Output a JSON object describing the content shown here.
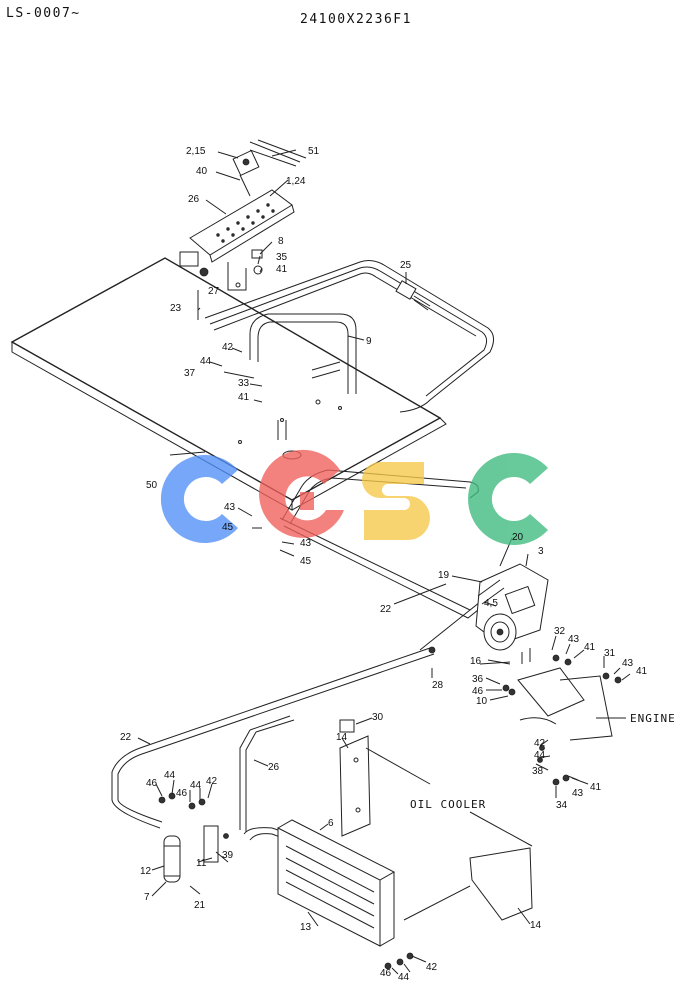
{
  "header": {
    "serial": "LS-0007~",
    "drawing_no": "24100X2236F1"
  },
  "labels": {
    "oil_cooler": "OIL COOLER",
    "engine": "ENGINE"
  },
  "watermark": {
    "text": "CGSC",
    "colors": [
      "#4f8ef7",
      "#f0605a",
      "#f7c948",
      "#3dbb7d"
    ]
  },
  "callouts": [
    {
      "id": "c-2-15",
      "text": "2,15"
    },
    {
      "id": "c-40",
      "text": "40"
    },
    {
      "id": "c-51",
      "text": "51"
    },
    {
      "id": "c-1-24",
      "text": "1,24"
    },
    {
      "id": "c-26a",
      "text": "26"
    },
    {
      "id": "c-8",
      "text": "8"
    },
    {
      "id": "c-35",
      "text": "35"
    },
    {
      "id": "c-41a",
      "text": "41"
    },
    {
      "id": "c-27",
      "text": "27"
    },
    {
      "id": "c-25",
      "text": "25"
    },
    {
      "id": "c-23",
      "text": "23"
    },
    {
      "id": "c-9",
      "text": "9"
    },
    {
      "id": "c-42a",
      "text": "42"
    },
    {
      "id": "c-44a",
      "text": "44"
    },
    {
      "id": "c-37",
      "text": "37"
    },
    {
      "id": "c-33",
      "text": "33"
    },
    {
      "id": "c-41b",
      "text": "41"
    },
    {
      "id": "c-50",
      "text": "50"
    },
    {
      "id": "c-43a",
      "text": "43"
    },
    {
      "id": "c-45a",
      "text": "45"
    },
    {
      "id": "c-43b",
      "text": "43"
    },
    {
      "id": "c-45b",
      "text": "45"
    },
    {
      "id": "c-20",
      "text": "20"
    },
    {
      "id": "c-3",
      "text": "3"
    },
    {
      "id": "c-19",
      "text": "19"
    },
    {
      "id": "c-4-5",
      "text": "4,5"
    },
    {
      "id": "c-22a",
      "text": "22"
    },
    {
      "id": "c-32",
      "text": "32"
    },
    {
      "id": "c-43c",
      "text": "43"
    },
    {
      "id": "c-41c",
      "text": "41"
    },
    {
      "id": "c-31",
      "text": "31"
    },
    {
      "id": "c-43d",
      "text": "43"
    },
    {
      "id": "c-41d",
      "text": "41"
    },
    {
      "id": "c-16",
      "text": "16"
    },
    {
      "id": "c-28",
      "text": "28"
    },
    {
      "id": "c-36",
      "text": "36"
    },
    {
      "id": "c-46a",
      "text": "46"
    },
    {
      "id": "c-10",
      "text": "10"
    },
    {
      "id": "c-30",
      "text": "30"
    },
    {
      "id": "c-14a",
      "text": "14"
    },
    {
      "id": "c-22b",
      "text": "22"
    },
    {
      "id": "c-26b",
      "text": "26"
    },
    {
      "id": "c-42b",
      "text": "42"
    },
    {
      "id": "c-44b",
      "text": "44"
    },
    {
      "id": "c-38",
      "text": "38"
    },
    {
      "id": "c-34",
      "text": "34"
    },
    {
      "id": "c-43e",
      "text": "43"
    },
    {
      "id": "c-41e",
      "text": "41"
    },
    {
      "id": "c-46b",
      "text": "46"
    },
    {
      "id": "c-44c",
      "text": "44"
    },
    {
      "id": "c-46c",
      "text": "46"
    },
    {
      "id": "c-44d",
      "text": "44"
    },
    {
      "id": "c-42c",
      "text": "42"
    },
    {
      "id": "c-6",
      "text": "6"
    },
    {
      "id": "c-11",
      "text": "11"
    },
    {
      "id": "c-39",
      "text": "39"
    },
    {
      "id": "c-12",
      "text": "12"
    },
    {
      "id": "c-7",
      "text": "7"
    },
    {
      "id": "c-21",
      "text": "21"
    },
    {
      "id": "c-13",
      "text": "13"
    },
    {
      "id": "c-14b",
      "text": "14"
    },
    {
      "id": "c-46d",
      "text": "46"
    },
    {
      "id": "c-44e",
      "text": "44"
    },
    {
      "id": "c-42d",
      "text": "42"
    }
  ]
}
